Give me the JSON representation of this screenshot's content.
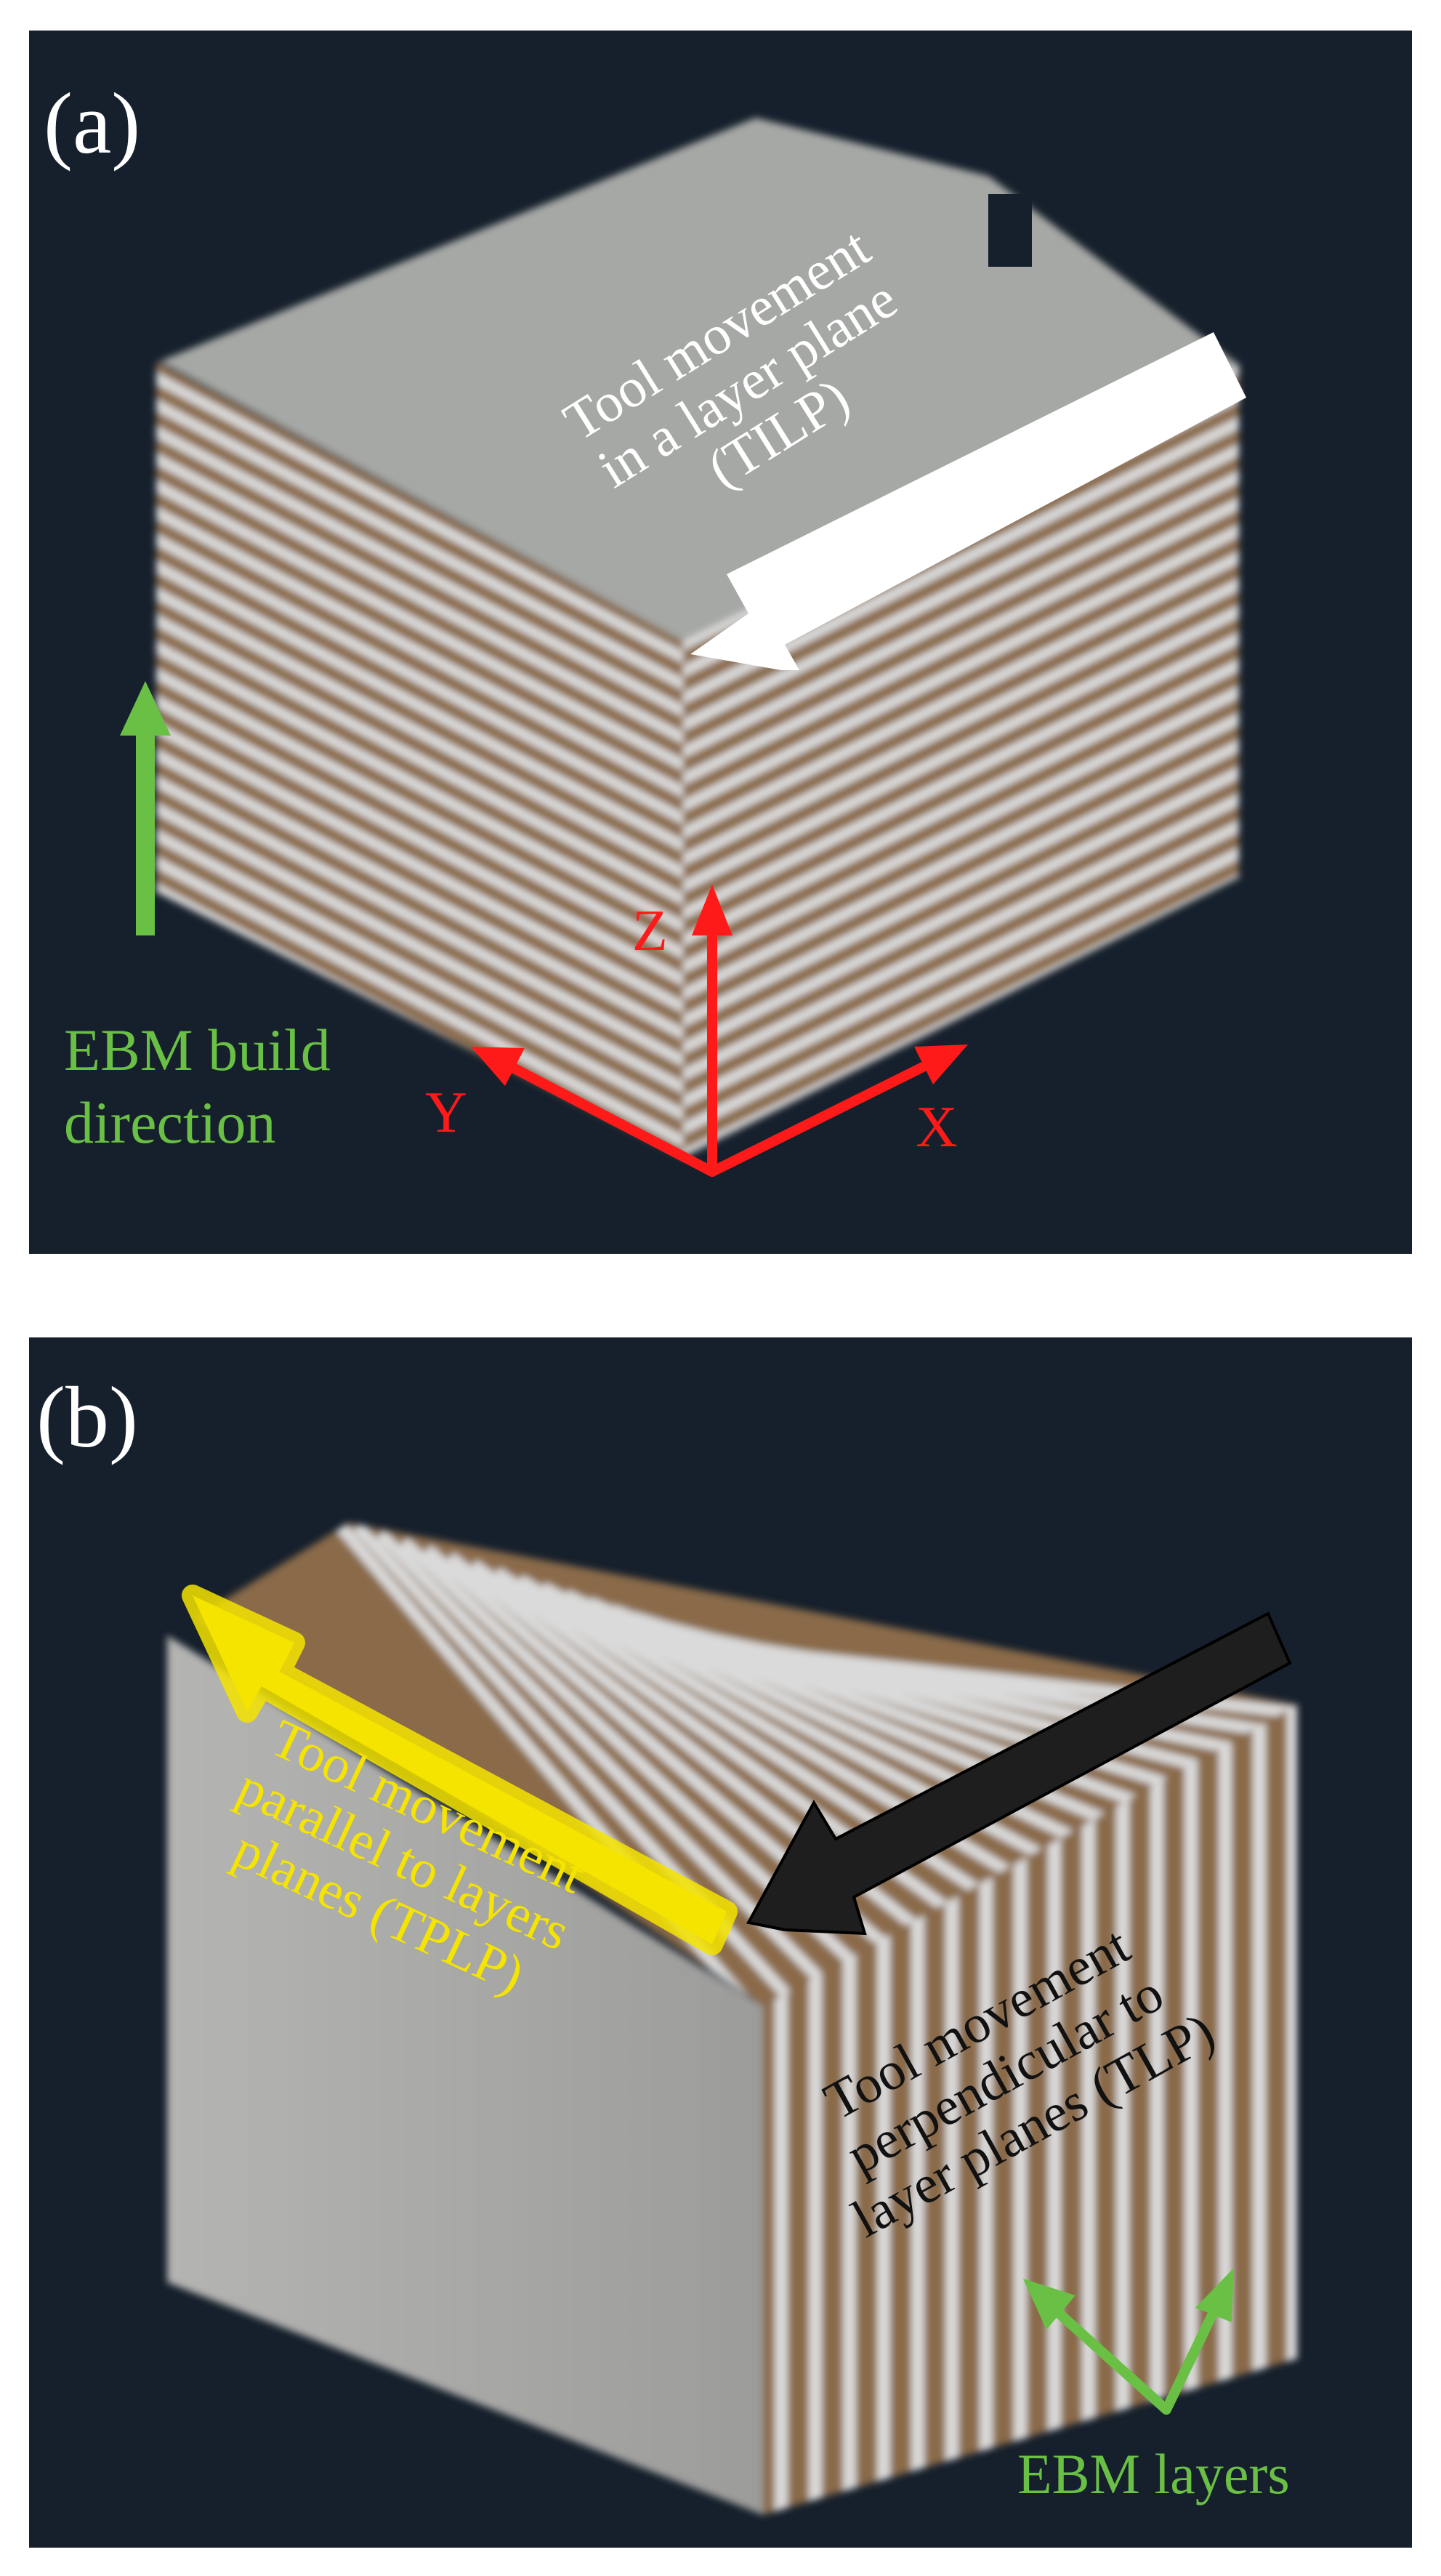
{
  "figure": {
    "panel_a": {
      "label": "(a)",
      "tilp_line1": "Tool movement",
      "tilp_line2": "in a layer plane",
      "tilp_line3": "(TILP)",
      "build_line1": "EBM build",
      "build_line2": "direction",
      "axis_z": "Z",
      "axis_y": "Y",
      "axis_x": "X"
    },
    "panel_b": {
      "label": "(b)",
      "tplp_line1": "Tool movement",
      "tplp_line2": "parallel to layers",
      "tplp_line3": "planes (TPLP)",
      "tlp_line1": "Tool movement",
      "tlp_line2": "perpendicular to",
      "tlp_line3": "layer planes (TLP)",
      "layers_label": "EBM layers"
    }
  },
  "colors": {
    "background": "#16202c",
    "layer_brown": "#8a6a4a",
    "layer_white": "#dadada",
    "top_gray": "#a6a8a5",
    "axis_red": "#ff1a1a",
    "green": "#6abf45",
    "yellow": "#f5e400",
    "white_arrow": "#ffffff",
    "black_arrow": "#1e1e1e"
  },
  "icons": [
    "up-arrow-icon",
    "axis-arrows-icon",
    "tool-arrow-icon",
    "v-arrow-icon"
  ]
}
